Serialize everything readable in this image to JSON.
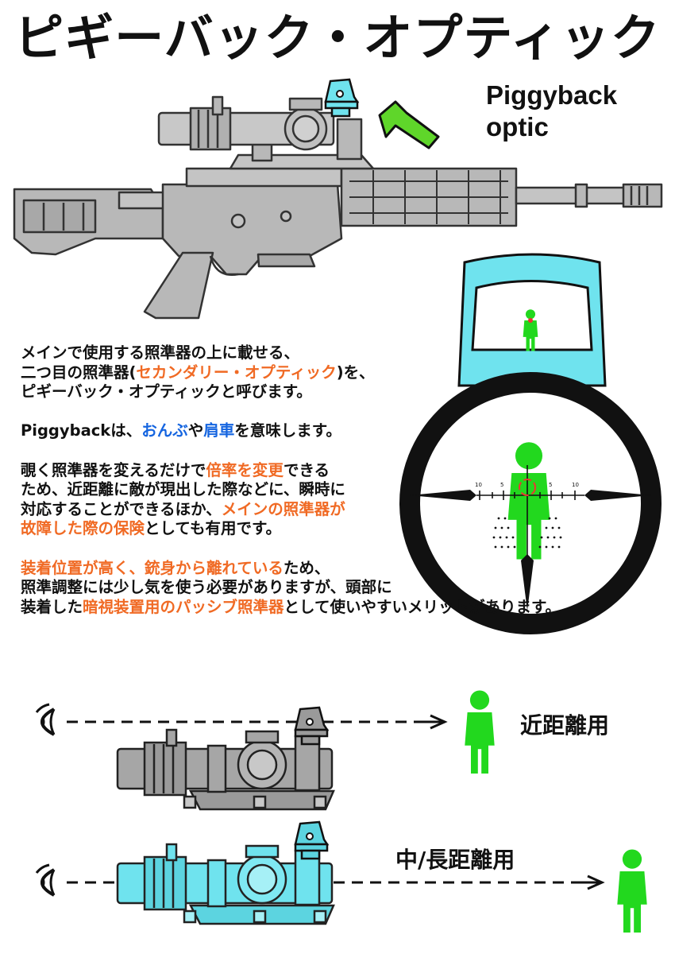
{
  "title": "ピギーバック・オプティック",
  "en_label": [
    "Piggyback",
    "optic"
  ],
  "colors": {
    "accent_orange": "#f06a24",
    "accent_blue": "#1565e0",
    "figure_green": "#22d81e",
    "highlight_cyan": "#6fe3ee",
    "rifle_gray": "#b8b8b8",
    "scope_ring": "#111111"
  },
  "body": {
    "p1": [
      [
        {
          "t": "メインで使用する照準器の上に載せる、",
          "c": ""
        }
      ],
      [
        {
          "t": "二つ目の照準器(",
          "c": ""
        },
        {
          "t": "セカンダリー・オプティック",
          "c": "orange"
        },
        {
          "t": ")を、",
          "c": ""
        }
      ],
      [
        {
          "t": "ピギーバック・オプティックと呼びます。",
          "c": ""
        }
      ]
    ],
    "p2": [
      [
        {
          "t": "Piggybackは、",
          "c": ""
        },
        {
          "t": "おんぶ",
          "c": "blue"
        },
        {
          "t": "や",
          "c": ""
        },
        {
          "t": "肩車",
          "c": "blue"
        },
        {
          "t": "を意味します。",
          "c": ""
        }
      ]
    ],
    "p3": [
      [
        {
          "t": "覗く照準器を変えるだけで",
          "c": ""
        },
        {
          "t": "倍率を変更",
          "c": "orange"
        },
        {
          "t": "できる",
          "c": ""
        }
      ],
      [
        {
          "t": "ため、近距離に敵が現出した際などに、瞬時に",
          "c": ""
        }
      ],
      [
        {
          "t": "対応することができるほか、",
          "c": ""
        },
        {
          "t": "メインの照準器が",
          "c": "orange"
        }
      ],
      [
        {
          "t": "故障した際の保険",
          "c": "orange"
        },
        {
          "t": "としても有用です。",
          "c": ""
        }
      ]
    ],
    "p4": [
      [
        {
          "t": "装着位置が高く、銃身から離れている",
          "c": "orange"
        },
        {
          "t": "ため、",
          "c": ""
        }
      ],
      [
        {
          "t": "照準調整には少し気を使う必要がありますが、頭部に",
          "c": ""
        }
      ],
      [
        {
          "t": "装着した",
          "c": ""
        },
        {
          "t": "暗視装置用のパッシブ照準器",
          "c": "orange"
        },
        {
          "t": "として使いやすいメリットがあります。",
          "c": ""
        }
      ]
    ]
  },
  "diagram": {
    "close_range_label": "近距離用",
    "mid_long_range_label": "中/長距離用",
    "reticle_ticks": [
      "10",
      "5",
      "5",
      "10"
    ]
  },
  "icons": [
    "eye-icon",
    "person-icon",
    "arrow-icon",
    "red-dot-sight-icon",
    "rifle-illustration",
    "scope-view-illustration"
  ]
}
